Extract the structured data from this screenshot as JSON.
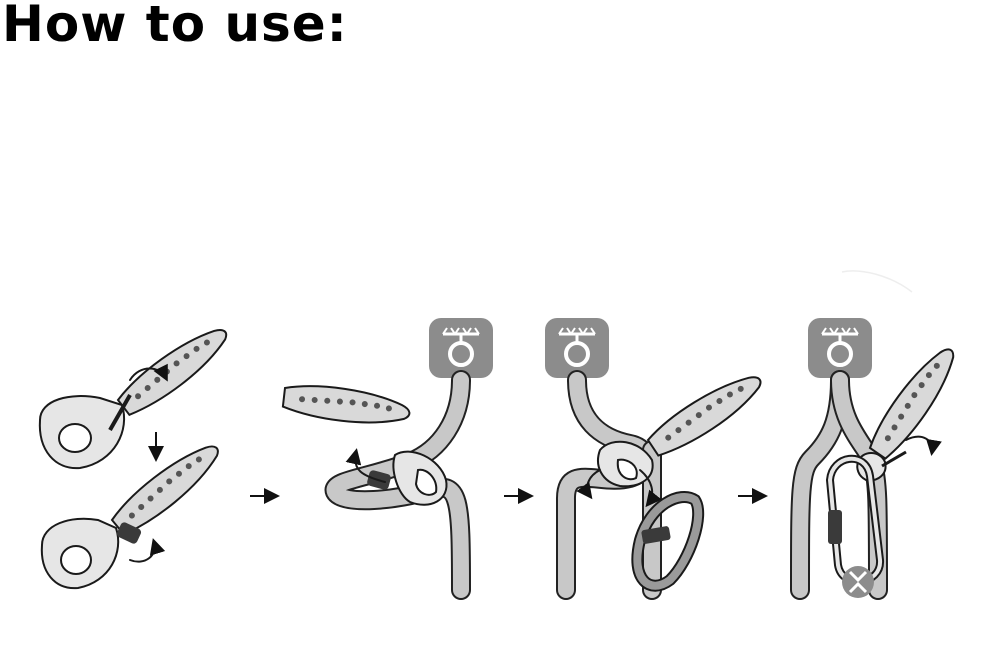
{
  "header": {
    "title": "How to use:"
  },
  "steps": [
    {
      "id": 1,
      "icons": [
        "rotate-arrow-icon",
        "down-arrow-icon"
      ]
    },
    {
      "id": 2,
      "icons": [
        "anchor-point-icon"
      ]
    },
    {
      "id": 3,
      "icons": [
        "anchor-point-icon",
        "carabiner-icon"
      ]
    },
    {
      "id": 4,
      "icons": [
        "anchor-point-icon",
        "carabiner-icon",
        "locked-gate-icon"
      ]
    }
  ],
  "colors": {
    "icon_bg": "#8c8c8c",
    "rope": "#c8c8c8",
    "outline": "#1a1a1a"
  }
}
